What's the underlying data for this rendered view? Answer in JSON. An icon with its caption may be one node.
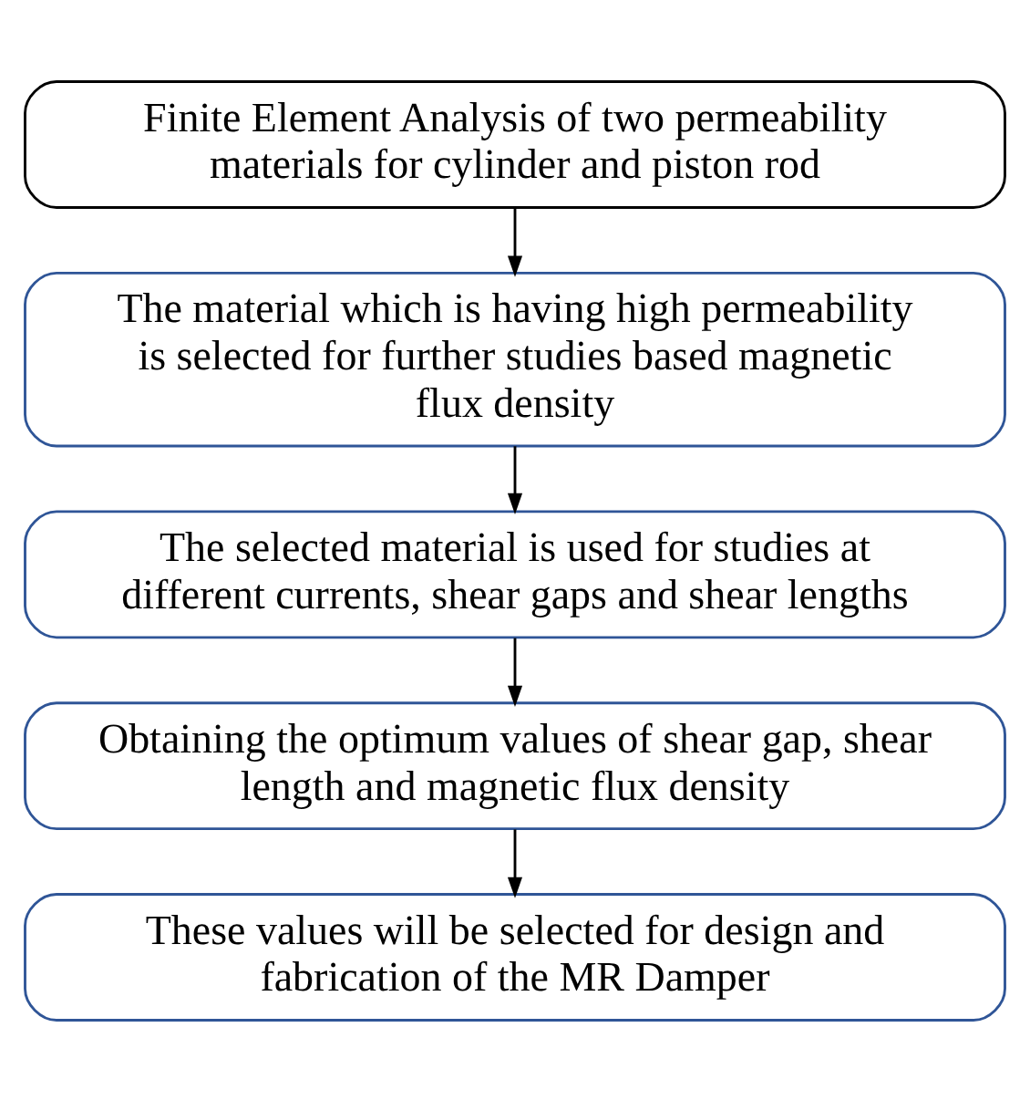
{
  "diagram": {
    "nodes": [
      {
        "text": [
          "Finite Element Analysis of two permeability materials for cylinder and piston rod"
        ]
      },
      {
        "text": [
          "The material which is having high permeability is selected for further studies based magnetic flux density"
        ]
      },
      {
        "text": [
          "The selected material is used for studies at different currents, shear gaps and shear lengths"
        ]
      },
      {
        "text": [
          "Obtaining the optimum values of shear gap, shear length and magnetic flux density"
        ]
      },
      {
        "text": [
          "These values will be selected for design and fabrication of the MR Damper"
        ]
      }
    ],
    "edges": [
      {
        "from": 0,
        "to": 1,
        "arrow": "to"
      },
      {
        "from": 1,
        "to": 2,
        "arrow": "to"
      },
      {
        "from": 2,
        "to": 3,
        "arrow": "to"
      },
      {
        "from": 3,
        "to": 4,
        "arrow": "to"
      }
    ]
  }
}
